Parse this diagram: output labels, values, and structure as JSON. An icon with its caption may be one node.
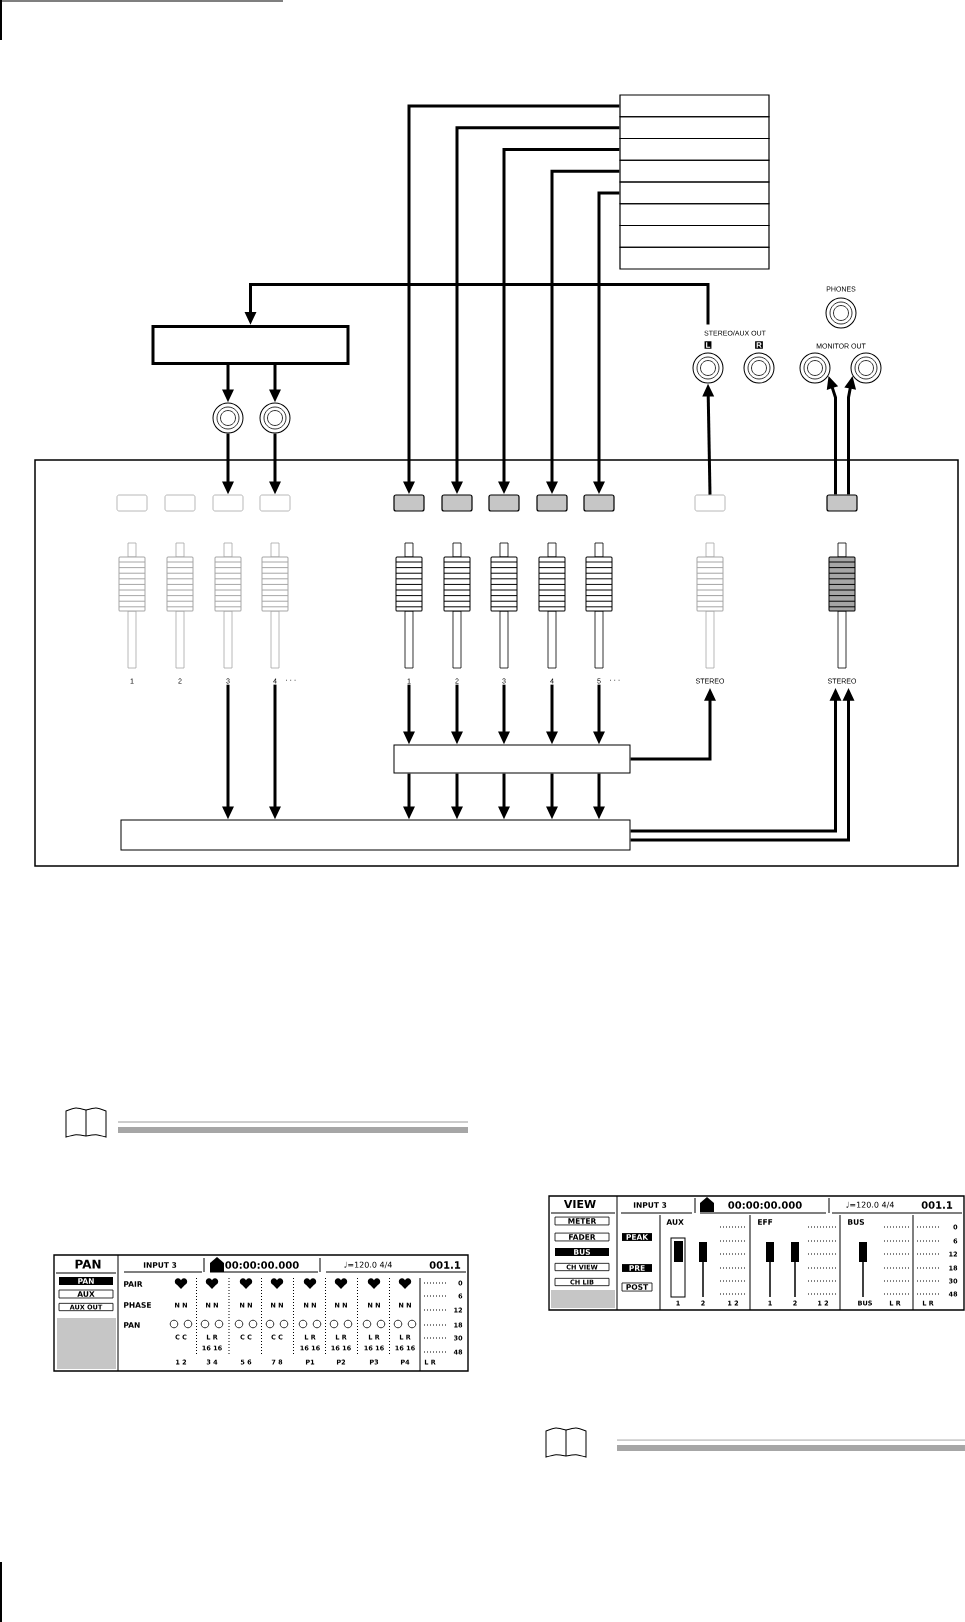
{
  "diagram": {
    "nodes": [
      {
        "text": [],
        "shape": "box"
      },
      {
        "text": [],
        "shape": "box"
      },
      {
        "text": [],
        "shape": "box"
      },
      {
        "text": [],
        "shape": "box"
      },
      {
        "text": [],
        "shape": "box"
      },
      {
        "text": [],
        "shape": "box"
      },
      {
        "text": [],
        "shape": "box"
      },
      {
        "text": [],
        "shape": "box"
      },
      {
        "text": [],
        "shape": "box"
      },
      {
        "text": [
          "PHONES"
        ]
      },
      {
        "text": [
          "L"
        ]
      },
      {
        "text": [
          "R"
        ]
      },
      {
        "text": [],
        "shape": "circle"
      },
      {
        "text": [],
        "shape": "circle"
      },
      {
        "text": [],
        "shape": "circle"
      },
      {
        "text": [],
        "shape": "circle"
      },
      {
        "text": [],
        "shape": "box"
      },
      {
        "text": [],
        "shape": "box",
        "in": 16
      },
      {
        "text": [],
        "shape": "box",
        "in": 16
      },
      {
        "text": [],
        "shape": "box",
        "in": 16
      },
      {
        "text": [],
        "shape": "box",
        "in": 16
      },
      {
        "text": [],
        "shape": "box",
        "in": 16
      },
      {
        "text": [],
        "shape": "box",
        "in": 16
      },
      {
        "text": [],
        "shape": "box",
        "in": 16
      },
      {
        "text": [],
        "shape": "box",
        "in": 16
      },
      {
        "text": [],
        "shape": "box",
        "in": 16
      },
      {
        "text": [],
        "shape": "box",
        "in": 16
      },
      {
        "text": [],
        "shape": "box",
        "in": 16
      },
      {
        "text": [
          "1"
        ],
        "in": 16
      },
      {
        "text": [
          "2"
        ],
        "in": 16
      },
      {
        "text": [
          "3"
        ],
        "in": 16
      },
      {
        "text": [
          "4"
        ],
        "beside": [
          "· · ·"
        ],
        "in": 16
      },
      {
        "text": [
          "1"
        ],
        "in": 16
      },
      {
        "text": [
          "2"
        ],
        "in": 16
      },
      {
        "text": [
          "3"
        ],
        "in": 16
      },
      {
        "text": [
          "4"
        ],
        "in": 16
      },
      {
        "text": [
          "5"
        ],
        "beside": [
          "· · ·"
        ],
        "in": 16
      },
      {
        "text": [
          "STEREO"
        ],
        "in": 16
      },
      {
        "text": [
          "STEREO"
        ],
        "in": 16
      },
      {
        "text": [],
        "shape": "box",
        "in": 16
      },
      {
        "text": [],
        "shape": "box",
        "in": 16
      }
    ],
    "edges": [
      {
        "from": 0,
        "to": 21,
        "arrow": "to"
      },
      {
        "from": 1,
        "to": 22,
        "arrow": "to"
      },
      {
        "from": 2,
        "to": 23,
        "arrow": "to"
      },
      {
        "from": 3,
        "to": 24,
        "arrow": "to"
      },
      {
        "from": 4,
        "to": 25,
        "arrow": "to"
      },
      {
        "from": 10,
        "to": 8,
        "arrow": "to"
      },
      {
        "from": 8,
        "to": 14,
        "arrow": "to"
      },
      {
        "from": 8,
        "to": 15,
        "arrow": "to"
      },
      {
        "from": 14,
        "to": 19,
        "arrow": "to"
      },
      {
        "from": 15,
        "to": 20,
        "arrow": "to"
      },
      {
        "from": 26,
        "to": 10,
        "arrow": "to"
      },
      {
        "from": 27,
        "to": 12,
        "arrow": "to"
      },
      {
        "from": 27,
        "to": 13,
        "arrow": "to"
      },
      {
        "from": 30,
        "to": 40,
        "arrow": "to"
      },
      {
        "from": 31,
        "to": 40,
        "arrow": "to"
      },
      {
        "from": 32,
        "to": 39,
        "arrow": "to"
      },
      {
        "from": 33,
        "to": 39,
        "arrow": "to"
      },
      {
        "from": 34,
        "to": 39,
        "arrow": "to"
      },
      {
        "from": 35,
        "to": 39,
        "arrow": "to"
      },
      {
        "from": 36,
        "to": 39,
        "arrow": "to"
      },
      {
        "from": 39,
        "to": 40,
        "arrow": "to"
      },
      {
        "from": 39,
        "to": 40,
        "arrow": "to"
      },
      {
        "from": 39,
        "to": 40,
        "arrow": "to"
      },
      {
        "from": 39,
        "to": 40,
        "arrow": "to"
      },
      {
        "from": 39,
        "to": 40,
        "arrow": "to"
      },
      {
        "from": 39,
        "to": 37,
        "arrow": "to"
      },
      {
        "from": 40,
        "to": 38,
        "arrow": "to"
      },
      {
        "from": 40,
        "to": 38,
        "arrow": "to"
      }
    ],
    "labels": [
      "STEREO/AUX OUT",
      "MONITOR OUT",
      "PAN",
      "INPUT 3",
      "00:00:00.000",
      "♩=120.0 4/4",
      "001.1",
      "PAN",
      "AUX",
      "AUX OUT",
      "PAIR",
      "PHASE",
      "N N",
      "N N",
      "N N",
      "N N",
      "N N",
      "N N",
      "N N",
      "N N",
      "PAN",
      "C C",
      "L R",
      "16 16",
      "C C",
      "C C",
      "L R",
      "16 16",
      "L R",
      "16 16",
      "L R",
      "16 16",
      "L R",
      "16 16",
      "1 2",
      "3 4",
      "5 6",
      "7 8",
      "P1",
      "P2",
      "P3",
      "P4",
      "L R",
      "0",
      "6",
      "12",
      "18",
      "30",
      "48",
      "VIEW",
      "INPUT 3",
      "00:00:00.000",
      "♩=120.0 4/4",
      "001.1",
      "METER",
      "FADER",
      "BUS",
      "CH VIEW",
      "CH LIB",
      "PEAK",
      "PRE",
      "POST",
      "AUX",
      "EFF",
      "BUS",
      "1",
      "2",
      "1 2",
      "1",
      "2",
      "1 2",
      "BUS",
      "L R",
      "L R",
      "0",
      "6",
      "12",
      "18",
      "30",
      "48"
    ]
  }
}
